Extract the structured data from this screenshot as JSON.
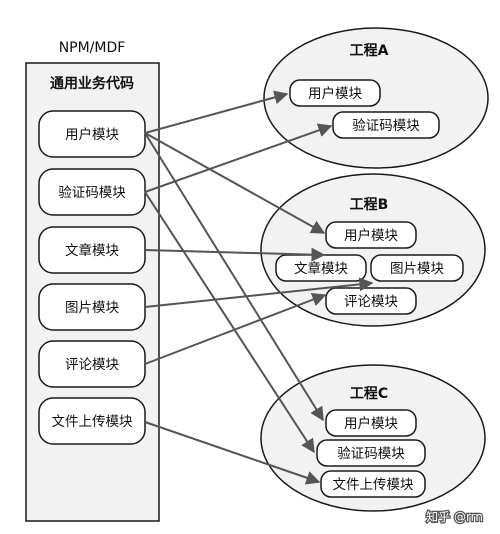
{
  "library": {
    "header": "NPM/MDF",
    "title": "通用业务代码",
    "modules": [
      "用户模块",
      "验证码模块",
      "文章模块",
      "图片模块",
      "评论模块",
      "文件上传模块"
    ]
  },
  "projects": [
    {
      "title": "工程A",
      "modules": [
        "用户模块",
        "验证码模块"
      ]
    },
    {
      "title": "工程B",
      "modules": [
        "用户模块",
        "文章模块",
        "图片模块",
        "评论模块"
      ]
    },
    {
      "title": "工程C",
      "modules": [
        "用户模块",
        "验证码模块",
        "文件上传模块"
      ]
    }
  ],
  "watermark": "知乎 @rrn",
  "colors": {
    "fill": "#f2f2f2",
    "stroke": "#1a1a1a",
    "arrow": "#555555"
  }
}
